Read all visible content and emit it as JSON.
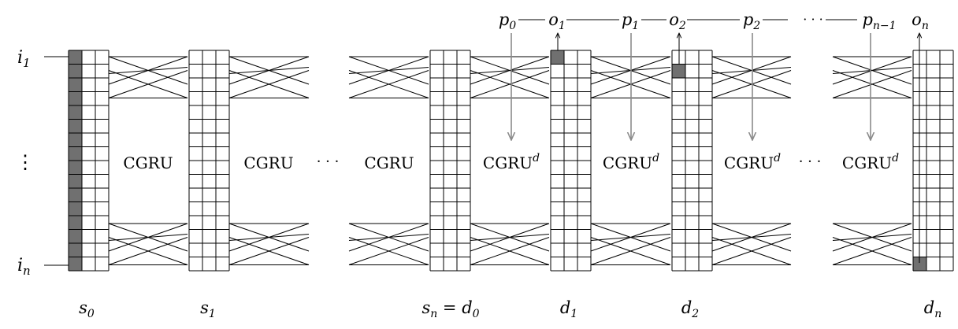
{
  "diagram": {
    "colors": {
      "ink": "#000000",
      "filled": "#707070",
      "arrow": "#8a8a8a",
      "background": "#ffffff"
    },
    "inputs": {
      "first": "i",
      "first_sub": "1",
      "last": "i",
      "last_sub": "n",
      "ellipsis": "⋮"
    },
    "encoder": {
      "block_label": "CGRU",
      "ellipsis": "· · ·",
      "state_labels": [
        {
          "base": "s",
          "sub": "0"
        },
        {
          "base": "s",
          "sub": "1"
        },
        {
          "base": "s",
          "sub": "n",
          "suffix": " = d",
          "suffix_sub": "0"
        }
      ]
    },
    "decoder": {
      "block_label": "CGRU",
      "block_sup": "d",
      "ellipsis": "· · ·",
      "state_labels": [
        {
          "base": "d",
          "sub": "1"
        },
        {
          "base": "d",
          "sub": "2"
        },
        {
          "base": "d",
          "sub": "n"
        }
      ],
      "top_chain": [
        {
          "base": "p",
          "sub": "0"
        },
        {
          "base": "o",
          "sub": "1"
        },
        {
          "base": "p",
          "sub": "1"
        },
        {
          "base": "o",
          "sub": "2"
        },
        {
          "base": "p",
          "sub": "2"
        },
        {
          "base": "·  ·  ·",
          "sub": ""
        },
        {
          "base": "p",
          "sub": "n−1"
        },
        {
          "base": "o",
          "sub": "n"
        }
      ]
    }
  }
}
